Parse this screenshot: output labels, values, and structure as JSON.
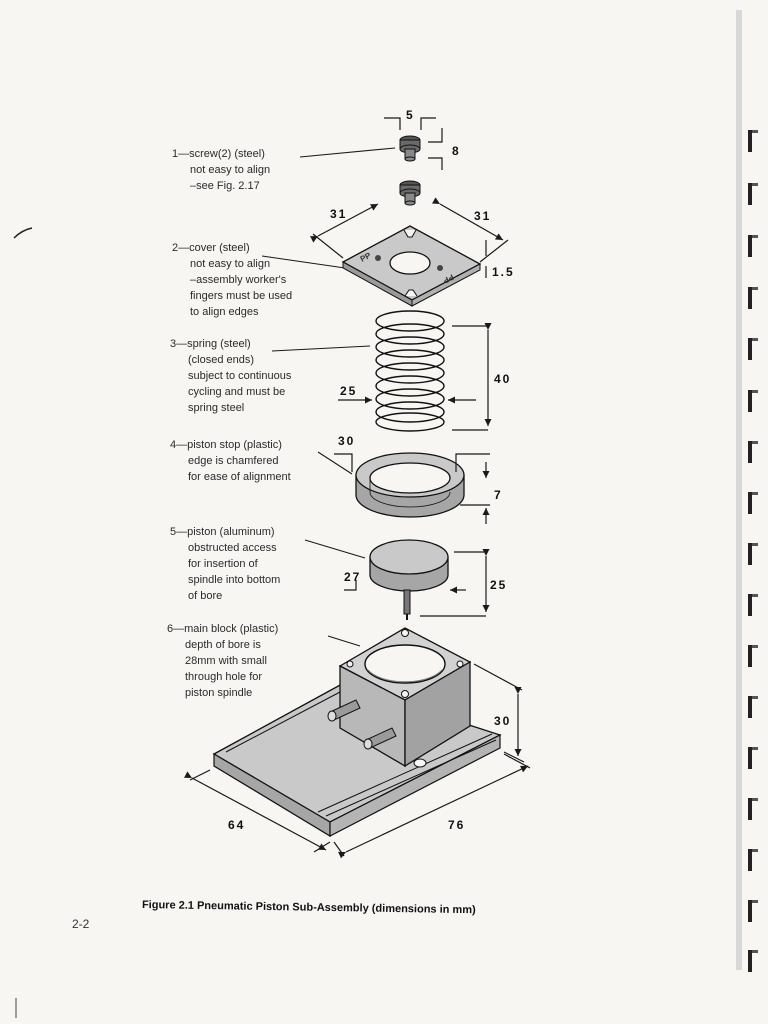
{
  "figure": {
    "caption": "Figure 2.1 Pneumatic Piston Sub-Assembly (dimensions in mm)",
    "page_number": "2-2"
  },
  "parts": [
    {
      "lines": [
        "1—screw(2) (steel)",
        "not easy to align",
        "–see Fig. 2.17"
      ]
    },
    {
      "lines": [
        "2—cover (steel)",
        "not easy to align",
        "–assembly worker's",
        "fingers must be used",
        "to align edges"
      ]
    },
    {
      "lines": [
        "3—spring (steel)",
        "(closed ends)",
        "subject to continuous",
        "cycling and must be",
        "spring steel"
      ]
    },
    {
      "lines": [
        "4—piston stop (plastic)",
        "edge is chamfered",
        "for ease of alignment"
      ]
    },
    {
      "lines": [
        "5—piston (aluminum)",
        "obstructed access",
        "for insertion of",
        "spindle into bottom",
        "of bore"
      ]
    },
    {
      "lines": [
        "6—main block (plastic)",
        "depth of bore is",
        "28mm with small",
        "through hole for",
        "piston spindle"
      ]
    }
  ],
  "dimensions": {
    "screw_width": "5",
    "screw_height": "8",
    "cover_left": "31",
    "cover_right": "31",
    "cover_thickness": "1.5",
    "spring_diameter": "25",
    "spring_length": "40",
    "stop_diameter": "30",
    "stop_height": "7",
    "piston_diameter": "27",
    "piston_height": "25",
    "block_height": "30",
    "base_depth": "64",
    "base_length": "76"
  },
  "cover_marks": [
    "PP",
    "PP"
  ],
  "colors": {
    "part_fill": "#c9c9c9",
    "part_dark": "#8a8a8a",
    "ink": "#1a1a1a",
    "paper": "#f7f6f3"
  }
}
